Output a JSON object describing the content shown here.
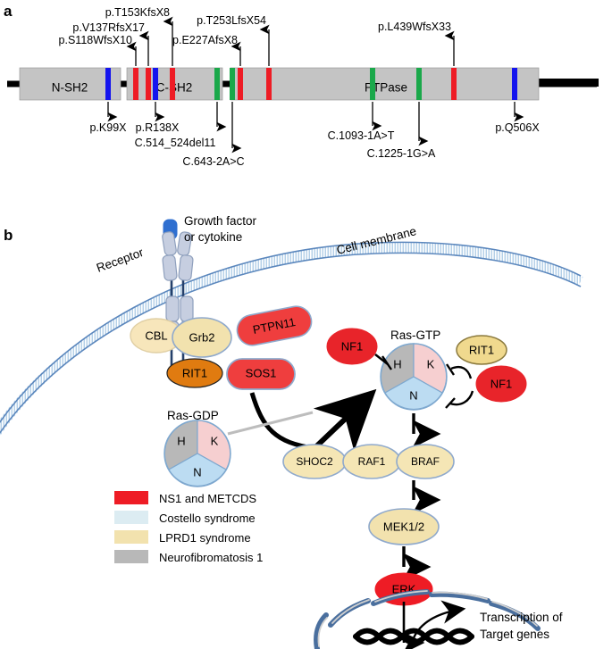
{
  "panels": {
    "a_letter": "a",
    "b_letter": "b"
  },
  "panel_a": {
    "domains": [
      {
        "label": "N-SH2"
      },
      {
        "label": "C-SH2"
      },
      {
        "label": "PTPase"
      }
    ],
    "domain_labels": {
      "n_sh2": "N-SH2",
      "c_sh2": "C-SH2",
      "ptpase": "PTPase"
    },
    "top_mutations": [
      {
        "label": "p.S118WfsX10"
      },
      {
        "label": "p.V137RfsX17"
      },
      {
        "label": "p.T153KfsX8"
      },
      {
        "label": "p.E227AfsX8"
      },
      {
        "label": "p.T253LfsX54"
      },
      {
        "label": "p.L439WfsX33"
      }
    ],
    "bottom_mutations": [
      {
        "label": "p.K99X"
      },
      {
        "label": "p.R138X"
      },
      {
        "label": "C.514_524del11"
      },
      {
        "label": "C.643-2A>C"
      },
      {
        "label": "C.1093-1A>T"
      },
      {
        "label": "C.1225-1G>A"
      },
      {
        "label": "p.Q506X"
      }
    ],
    "marker_colors": {
      "red": "#ee1c25",
      "blue": "#1414ee",
      "green": "#1aa84a",
      "bar": "#c4c4c4",
      "line": "#000000"
    }
  },
  "panel_b": {
    "annotations": {
      "growth_factor_line1": "Growth factor",
      "growth_factor_line2": "or cytokine",
      "receptor": "Receptor",
      "cell_membrane": "Cell membrane",
      "ras_gtp": "Ras-GTP",
      "ras_gdp": "Ras-GDP",
      "transcription_line1": "Transcription of",
      "transcription_line2": "Target genes"
    },
    "ras_segments": [
      {
        "label": "H",
        "color": "#b8b8b8"
      },
      {
        "label": "K",
        "color": "#f6cfd0"
      },
      {
        "label": "N",
        "color": "#bcdcf2"
      }
    ],
    "nodes": [
      {
        "name": "CBL",
        "label": "CBL",
        "color": "#f7e6bb"
      },
      {
        "name": "Grb2",
        "label": "Grb2",
        "color": "#f2e2ae"
      },
      {
        "name": "PTPN11",
        "label": "PTPN11",
        "color": "#ef3e3e"
      },
      {
        "name": "RIT1",
        "label": "RIT1",
        "color": "#e07b10"
      },
      {
        "name": "SOS1",
        "label": "SOS1",
        "color": "#ef3e3e"
      },
      {
        "name": "NF1_left",
        "label": "NF1",
        "color": "#e8242a"
      },
      {
        "name": "RIT1_r",
        "label": "RIT1",
        "color": "#f0d98e"
      },
      {
        "name": "NF1_right",
        "label": "NF1",
        "color": "#e8242a"
      },
      {
        "name": "SHOC2",
        "label": "SHOC2",
        "color": "#f5e6b5"
      },
      {
        "name": "RAF1",
        "label": "RAF1",
        "color": "#f5e6b5"
      },
      {
        "name": "BRAF",
        "label": "BRAF",
        "color": "#f5e6b5"
      },
      {
        "name": "MEK1/2",
        "label": "MEK1/2",
        "color": "#f2e2ae"
      },
      {
        "name": "ERK",
        "label": "ERK",
        "color": "#ee1c25"
      }
    ],
    "legend": [
      {
        "label": "NS1 and METCDS",
        "color": "#ee1c25"
      },
      {
        "label": "Costello syndrome",
        "color": "#dcecf2"
      },
      {
        "label": "LPRD1 syndrome",
        "color": "#f2e2ae"
      },
      {
        "label": "Neurofibromatosis 1",
        "color": "#b8b8b8"
      }
    ],
    "colors": {
      "membrane": "#5b87bd",
      "node_stroke": "#8fa9cc",
      "arrow": "#000000",
      "nucleus": "#4a6f9e"
    }
  }
}
